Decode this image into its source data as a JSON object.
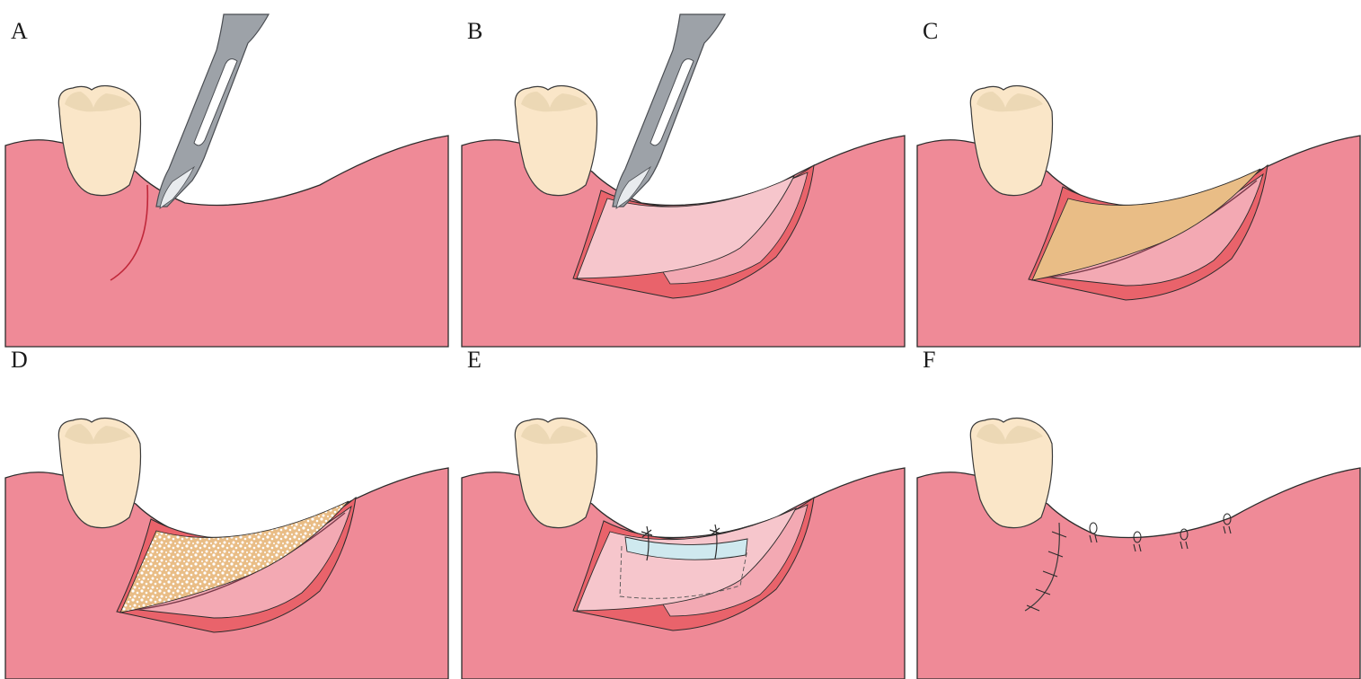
{
  "panels": [
    {
      "id": "A",
      "label": "A"
    },
    {
      "id": "B",
      "label": "B"
    },
    {
      "id": "C",
      "label": "C"
    },
    {
      "id": "D",
      "label": "D"
    },
    {
      "id": "E",
      "label": "E"
    },
    {
      "id": "F",
      "label": "F"
    }
  ],
  "colors": {
    "gingiva": "#ef8a97",
    "flap_edge": "#e9636b",
    "flap_inner": "#f6c6cc",
    "periosteum": "#f3a9b3",
    "tooth": "#fae6c8",
    "tooth_outline": "#3a3a3a",
    "blade": "#9da2a8",
    "blade_edge": "#e8ebee",
    "bone": "#e9bd86",
    "graft_membrane": "#cfe9ef",
    "outline": "#2b2b2b"
  }
}
